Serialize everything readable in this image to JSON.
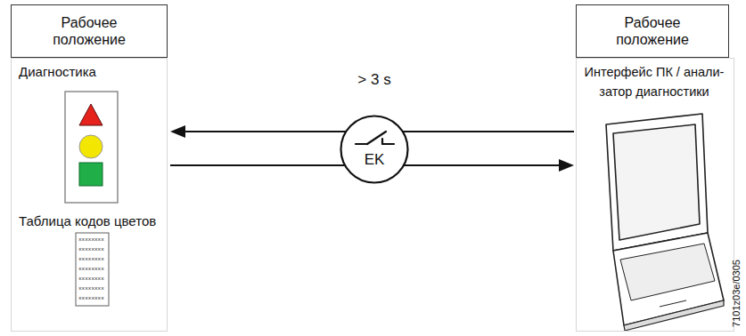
{
  "diagram": {
    "nodes": [
      {
        "text": [
          "Рабочее положение"
        ]
      },
      {
        "text": [
          "Диагностика",
          "Таблица кодов цветов"
        ]
      },
      {
        "text": [
          "EK"
        ]
      },
      {
        "text": [
          "Рабочее положение"
        ]
      },
      {
        "text": [
          "Интерфейс ПК / анали- затор диагностики"
        ]
      }
    ],
    "edges": [
      {
        "from": 4,
        "to": 1,
        "arrow": "to"
      },
      {
        "from": 1,
        "to": 4,
        "arrow": "to"
      }
    ],
    "labels": [
      "> 3 s",
      "xxxxxxxx",
      "xxxxxxxx",
      "xxxxxxxx",
      "xxxxxxxx",
      "xxxxxxxx",
      "xxxxxxxx",
      "xxxxxxxx",
      "7101z03e/0305"
    ]
  }
}
